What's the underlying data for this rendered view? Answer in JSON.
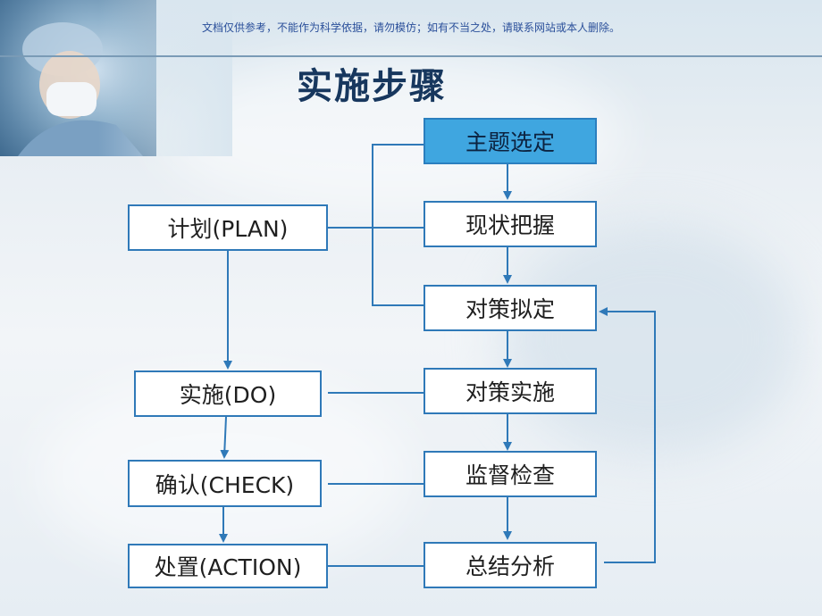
{
  "notice": "文档仅供参考，不能作为科学依据，请勿模仿；如有不当之处，请联系网站或本人删除。",
  "title": "实施步骤",
  "steps": {
    "topic": "主题选定",
    "status": "现状把握",
    "measures": "对策拟定",
    "implement": "对策实施",
    "monitor": "监督检查",
    "summary": "总结分析"
  },
  "pdca": {
    "plan": "计划(PLAN)",
    "do": "实施(DO)",
    "check": "确认(CHECK)",
    "action": "处置(ACTION)"
  },
  "colors": {
    "box_border": "#2f79b8",
    "highlight_fill": "#3fa6e0",
    "connector": "#2f79b8",
    "title": "#17375e",
    "notice": "#2a4f9a"
  },
  "icons": {
    "header_image": "surgeon-photo"
  }
}
